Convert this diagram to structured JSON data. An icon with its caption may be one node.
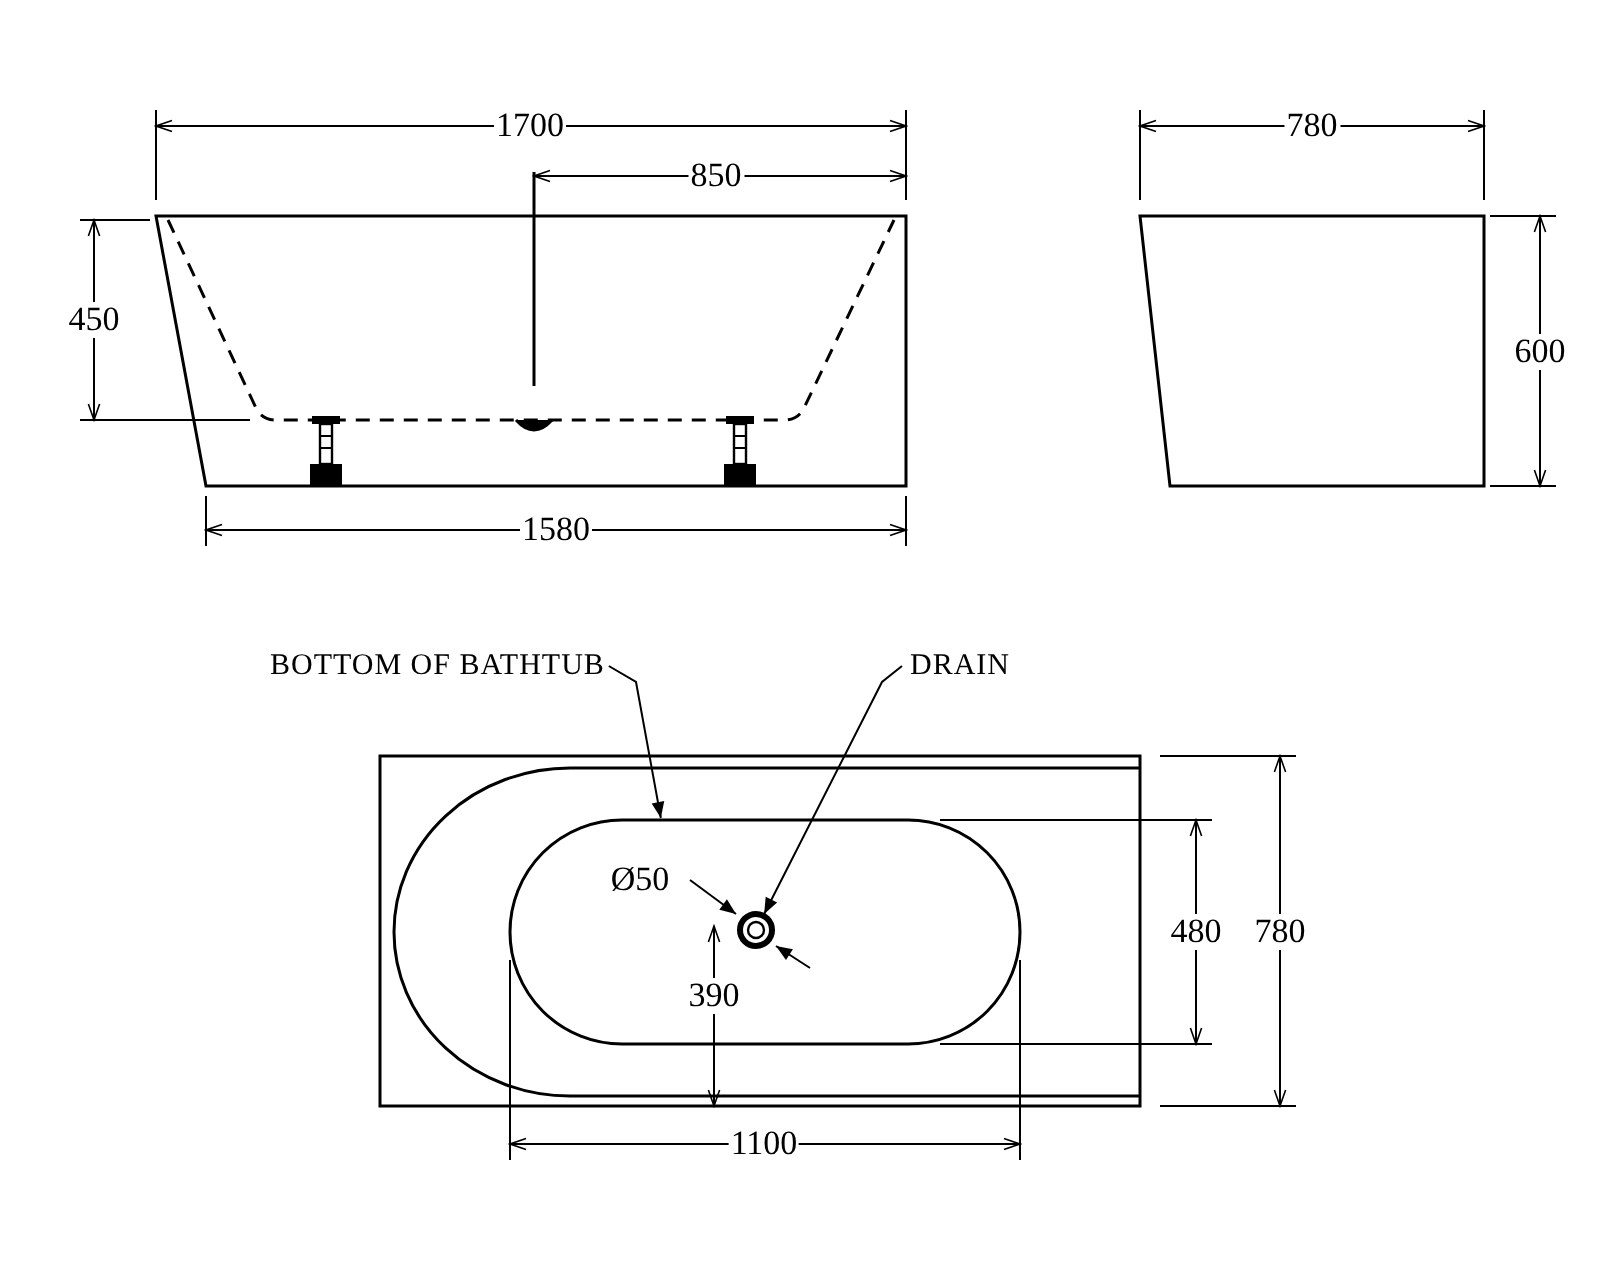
{
  "diagram": {
    "nodes": [
      {
        "text": [
          "BOTTOM OF BATHTUB"
        ]
      },
      {
        "text": [],
        "shape": "box"
      },
      {
        "text": [
          "DRAIN"
        ]
      },
      {
        "text": [],
        "shape": "circle",
        "in": 1
      }
    ],
    "edges": [
      {
        "from": 0,
        "to": 1,
        "arrow": "to"
      },
      {
        "from": 2,
        "to": 3,
        "arrow": "to"
      }
    ],
    "labels": [
      "1700",
      "780",
      "850",
      "450",
      "600",
      "1580",
      "Ø50",
      "480",
      "780",
      "390",
      "1100"
    ]
  }
}
